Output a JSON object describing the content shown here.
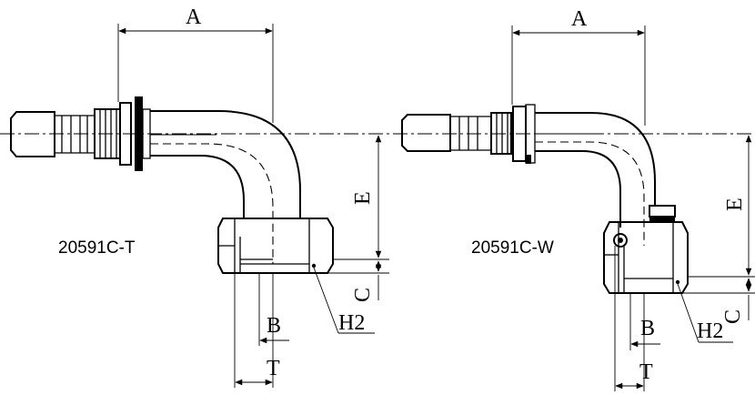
{
  "figures": [
    {
      "code": "20591C-T",
      "labels": {
        "A": "A",
        "E": "E",
        "C": "C",
        "B": "B",
        "H2": "H2",
        "T": "T"
      }
    },
    {
      "code": "20591C-W",
      "labels": {
        "A": "A",
        "E": "E",
        "C": "C",
        "B": "B",
        "H2": "H2",
        "T": "T"
      }
    }
  ],
  "colors": {
    "line": "#000000",
    "background": "#ffffff"
  }
}
